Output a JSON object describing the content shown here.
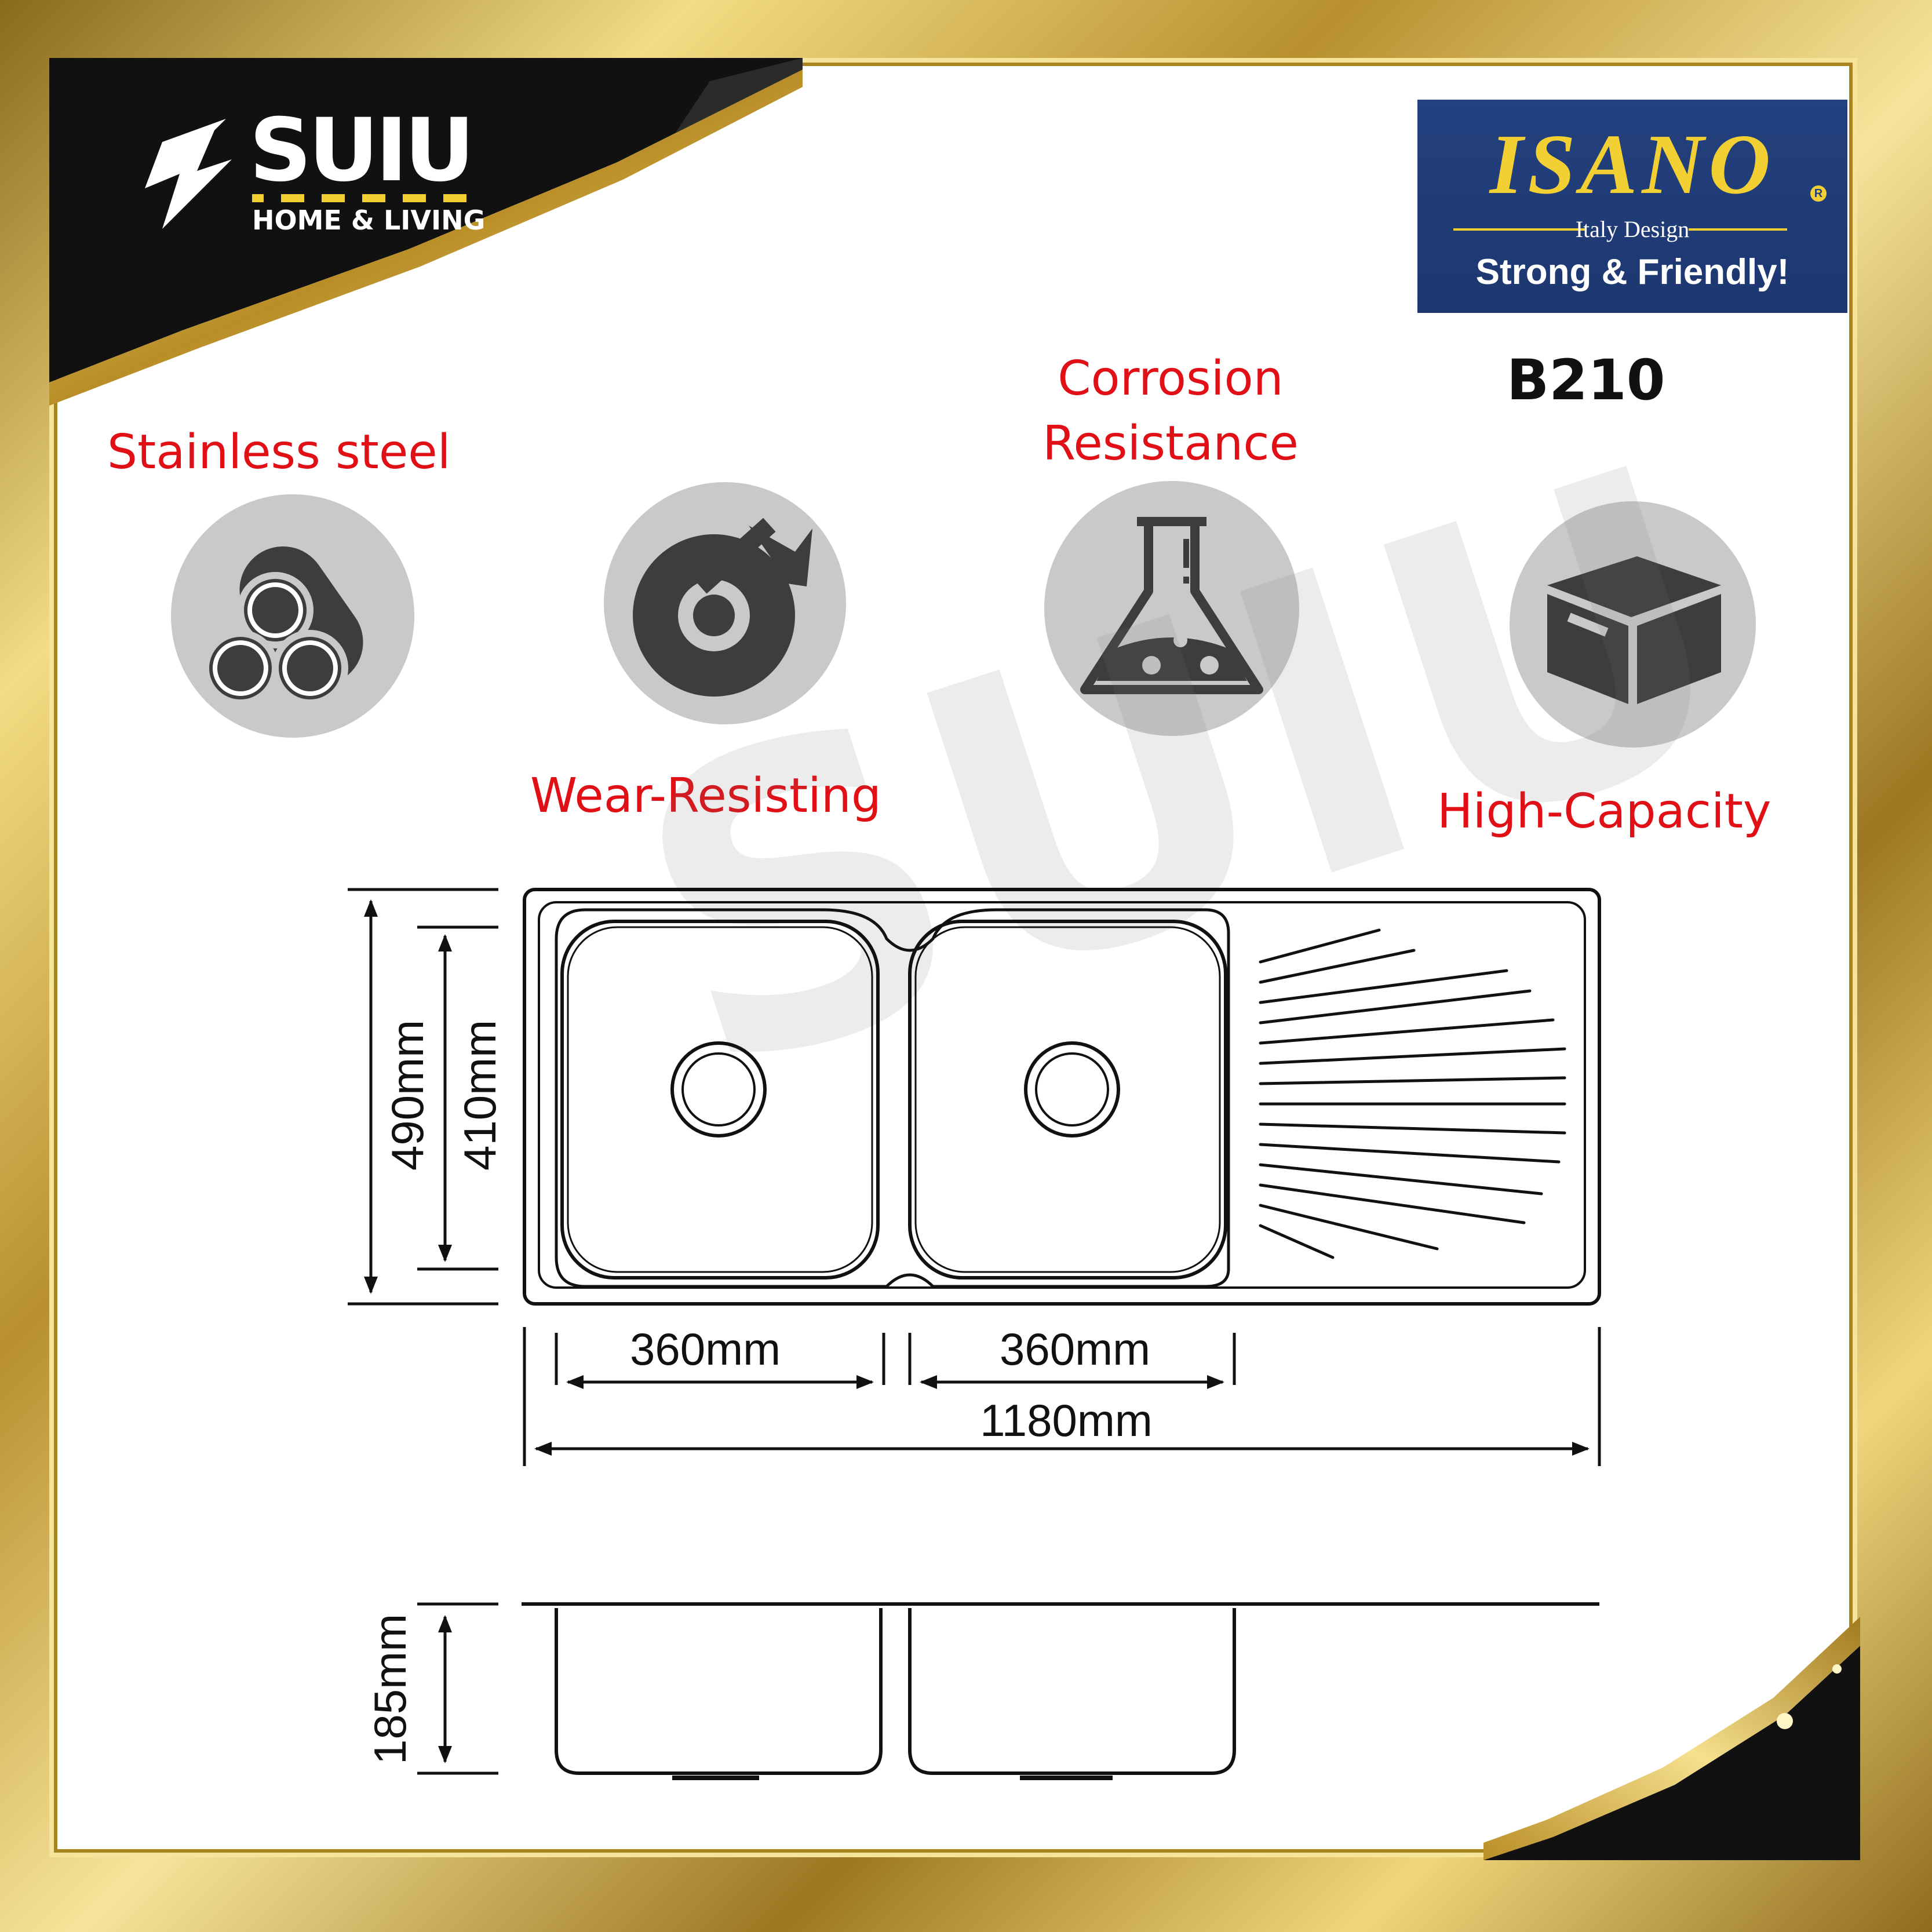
{
  "brand_left": {
    "name": "SUIU",
    "tagline": "HOME & LIVING"
  },
  "brand_right": {
    "name": "ISANO",
    "registered": "R",
    "subtitle": "Italy Design",
    "tagline": "Strong & Friendly!"
  },
  "model": "B210",
  "features": [
    {
      "label": "Stainless steel",
      "icon": "steel-pipes-icon"
    },
    {
      "label": "Wear-Resisting",
      "icon": "grinding-wheel-icon"
    },
    {
      "label": "Corrosion Resistance",
      "label_line1": "Corrosion",
      "label_line2": "Resistance",
      "icon": "flask-icon"
    },
    {
      "label": "High-Capacity",
      "icon": "box-icon"
    }
  ],
  "dimensions": {
    "overall_width": "1180mm",
    "bowl_left_width": "360mm",
    "bowl_right_width": "360mm",
    "overall_depth": "490mm",
    "bowl_depth": "410mm",
    "bowl_height": "185mm"
  },
  "colors": {
    "frame_gold": "#c9a43a",
    "feature_red": "#e10f16",
    "isano_blue": "#23417f",
    "isano_yellow": "#f2d033",
    "icon_gray": "#c9c9c9"
  }
}
